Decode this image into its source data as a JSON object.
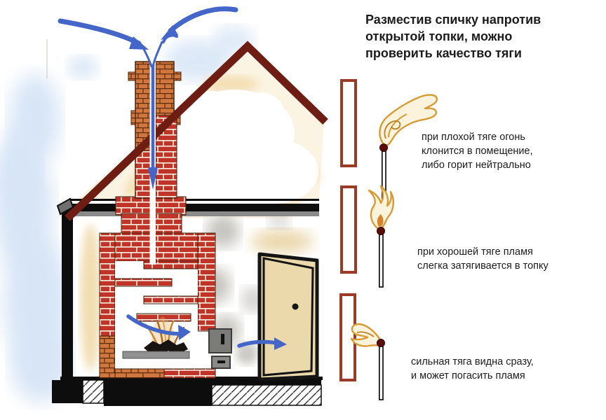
{
  "title": "Разместив спичку напротив\nоткрытой топки, можно\nпроверить качество тяги",
  "demos": [
    {
      "name": "bad-draft",
      "caption": "при плохой тяге огонь\nклонится в помещение,\nлибо горит нейтрально"
    },
    {
      "name": "good-draft",
      "caption": "при хорошей тяге пламя\nслегка затягивается в топку"
    },
    {
      "name": "strong-draft",
      "caption": "сильная тяга видна сразу,\nи может погасить пламя"
    }
  ],
  "icons": {
    "wind_into_chimney": "curved-blue-arrows",
    "downdraft": "blue-down-arrow-in-flue",
    "airflow_to_firebox": "blue-arrow-into-firebox",
    "airflow_from_door": "blue-arrow-at-door",
    "match": "match-with-flame",
    "firebox_opening": "red-outlined-rectangle"
  },
  "colors": {
    "accent_blue": "#4466c8",
    "brick_red": "#c03527",
    "brick_orange": "#d0773f",
    "roof_maroon": "#6e1d12",
    "door_tan": "#ebd8ab",
    "flame_outline": "#d89a35",
    "match_head": "#5c0e06",
    "demo_rect_border": "#9c3a28",
    "smoke_blue": "#d7e5f6"
  }
}
